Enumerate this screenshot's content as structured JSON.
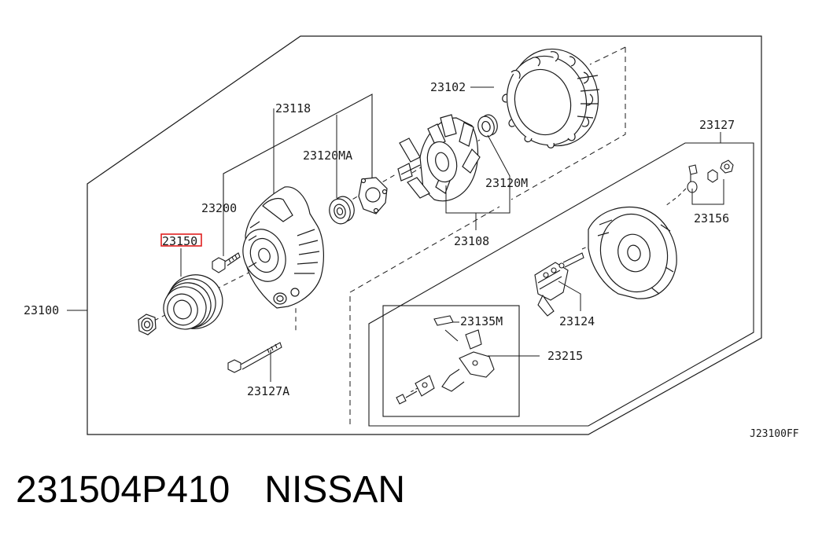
{
  "colors": {
    "line": "#1a1a1a",
    "highlight": "#e02020"
  },
  "callouts": {
    "c23100": "23100",
    "c23150": "23150",
    "c23200": "23200",
    "c23118": "23118",
    "c23120MA": "23120MA",
    "c23127A": "23127A",
    "c23102": "23102",
    "c23120M": "23120M",
    "c23108": "23108",
    "c23127": "23127",
    "c23156": "23156",
    "c23124": "23124",
    "c23135M": "23135M",
    "c23215": "23215"
  },
  "highlighted_callout": "23150",
  "diagram_code": "J23100FF",
  "caption": {
    "part_number": "231504P410",
    "brand": "NISSAN"
  }
}
